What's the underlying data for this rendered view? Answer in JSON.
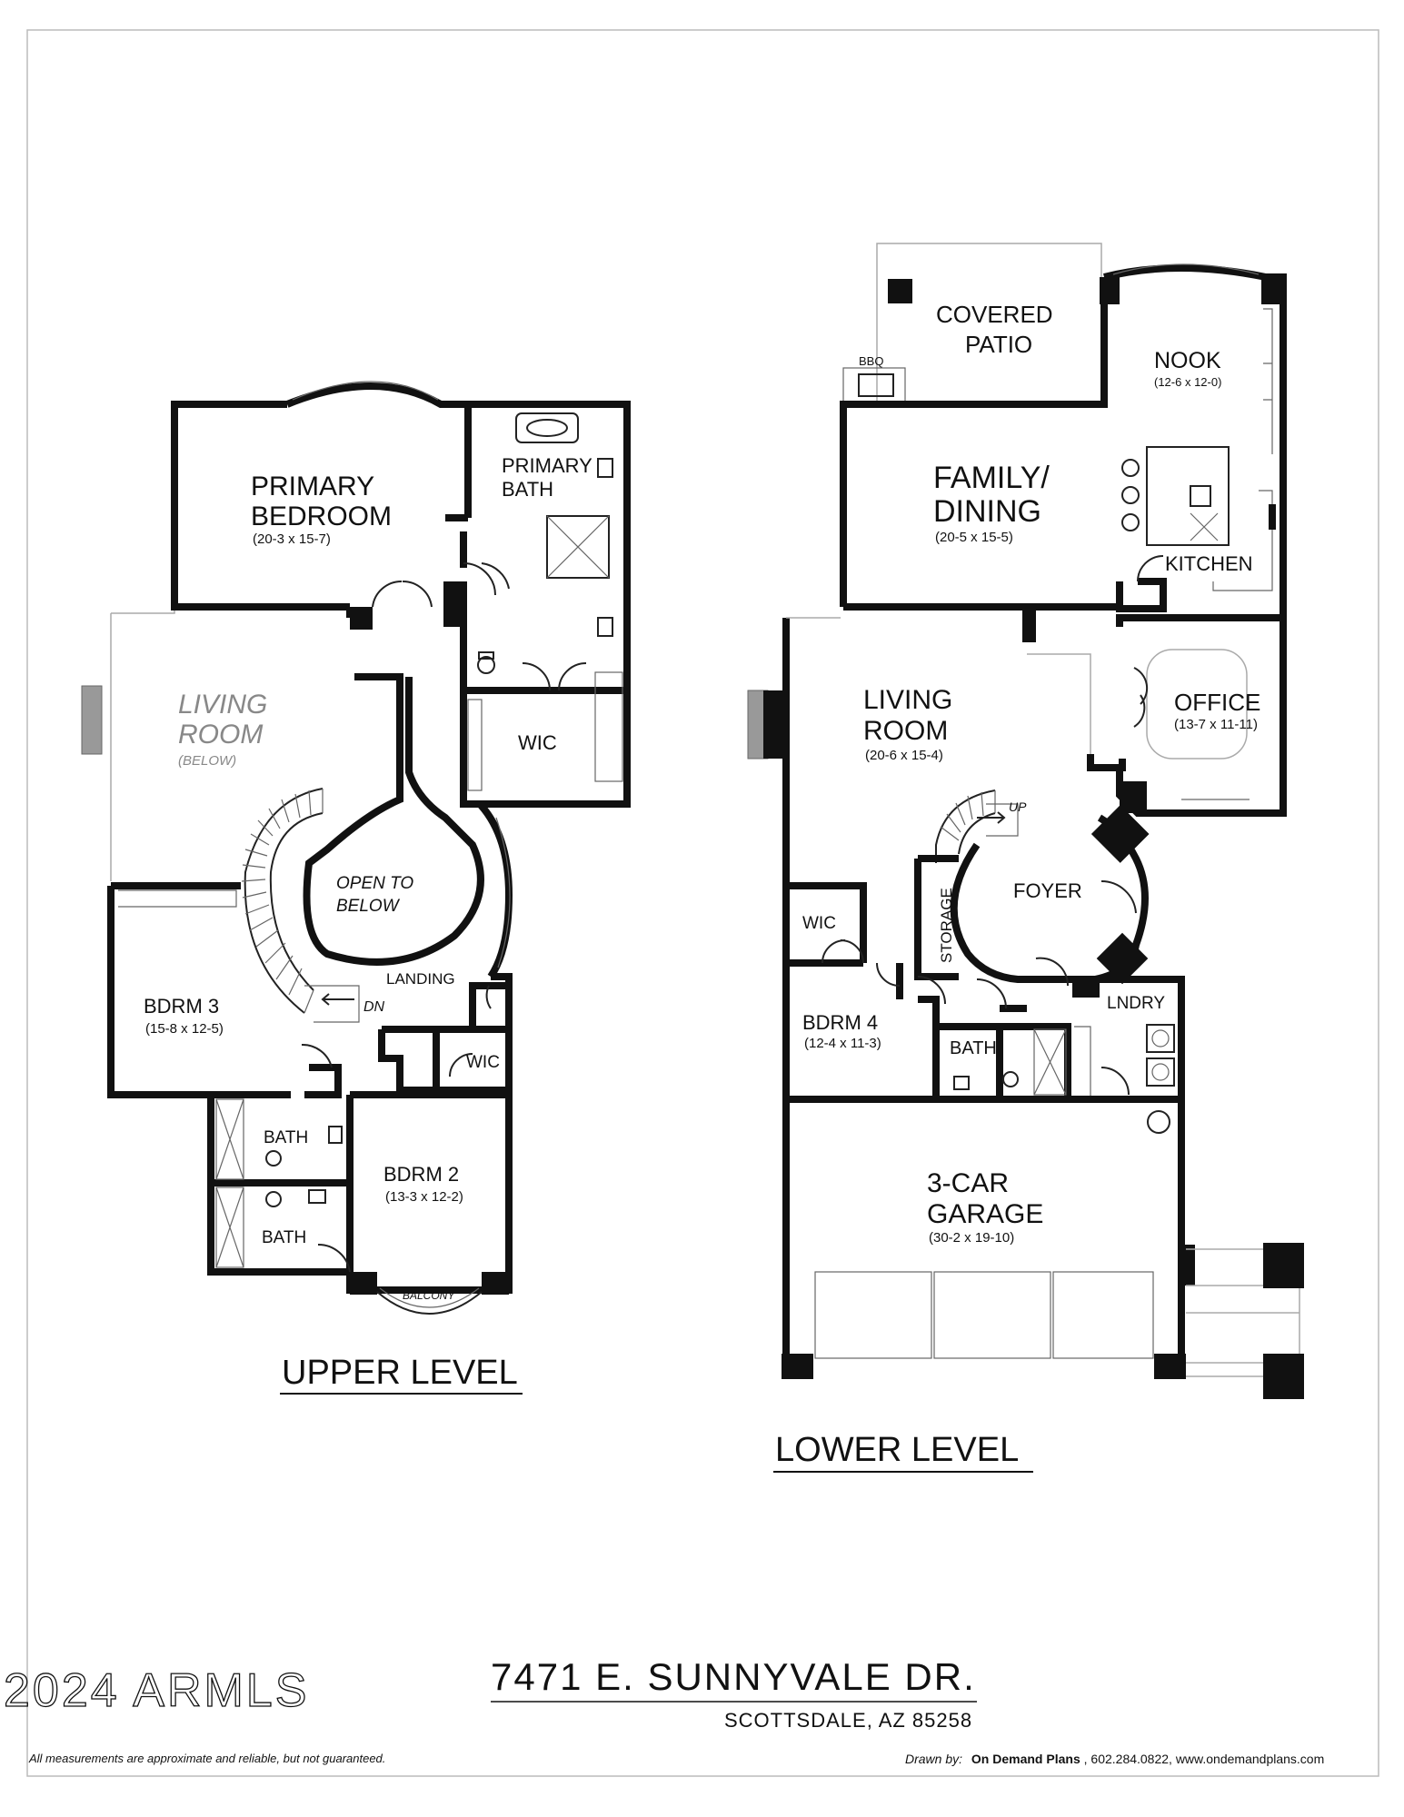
{
  "upper_level": {
    "title": "UPPER LEVEL",
    "rooms": {
      "primary_bedroom": {
        "name_line1": "PRIMARY",
        "name_line2": "BEDROOM",
        "dims": "(20-3 x 15-7)"
      },
      "primary_bath": {
        "name_line1": "PRIMARY",
        "name_line2": "BATH"
      },
      "wic_primary": {
        "name": "WIC"
      },
      "living_room_below": {
        "name_line1": "LIVING",
        "name_line2": "ROOM",
        "note": "(BELOW)"
      },
      "open_to_below": {
        "line1": "OPEN TO",
        "line2": "BELOW"
      },
      "landing": {
        "name": "LANDING"
      },
      "stair_dn": {
        "label": "DN"
      },
      "bdrm3": {
        "name": "BDRM 3",
        "dims": "(15-8 x 12-5)"
      },
      "wic_small": {
        "name": "WIC"
      },
      "bath_a": {
        "name": "BATH"
      },
      "bath_b": {
        "name": "BATH"
      },
      "bdrm2": {
        "name": "BDRM 2",
        "dims": "(13-3 x 12-2)"
      },
      "balcony": {
        "name": "BALCONY"
      }
    }
  },
  "lower_level": {
    "title": "LOWER LEVEL",
    "rooms": {
      "covered_patio": {
        "name_line1": "COVERED",
        "name_line2": "PATIO"
      },
      "bbq": {
        "name": "BBQ"
      },
      "nook": {
        "name": "NOOK",
        "dims": "(12-6 x 12-0)"
      },
      "family_dining": {
        "name_line1": "FAMILY/",
        "name_line2": "DINING",
        "dims": "(20-5 x 15-5)"
      },
      "kitchen": {
        "name": "KITCHEN"
      },
      "office": {
        "name": "OFFICE",
        "dims": "(13-7 x 11-11)"
      },
      "living_room": {
        "name_line1": "LIVING",
        "name_line2": "ROOM",
        "dims": "(20-6 x 15-4)"
      },
      "stair_up": {
        "label": "UP"
      },
      "foyer": {
        "name": "FOYER"
      },
      "storage": {
        "name": "STORAGE"
      },
      "wic": {
        "name": "WIC"
      },
      "bdrm4": {
        "name": "BDRM 4",
        "dims": "(12-4 x 11-3)"
      },
      "bath": {
        "name": "BATH"
      },
      "laundry": {
        "name": "LNDRY"
      },
      "garage": {
        "name_line1": "3-CAR",
        "name_line2": "GARAGE",
        "dims": "(30-2 x 19-10)"
      }
    }
  },
  "address": {
    "street": "7471 E. SUNNYVALE DR.",
    "city": "SCOTTSDALE, AZ 85258"
  },
  "watermark": "2024 ARMLS",
  "footer": {
    "disclaimer": "All measurements are approximate and reliable, but not guaranteed.",
    "drawn_by_label": "Drawn by:",
    "drawn_by_company": "On Demand Plans",
    "drawn_by_contact": ", 602.284.0822, www.ondemandplans.com"
  }
}
